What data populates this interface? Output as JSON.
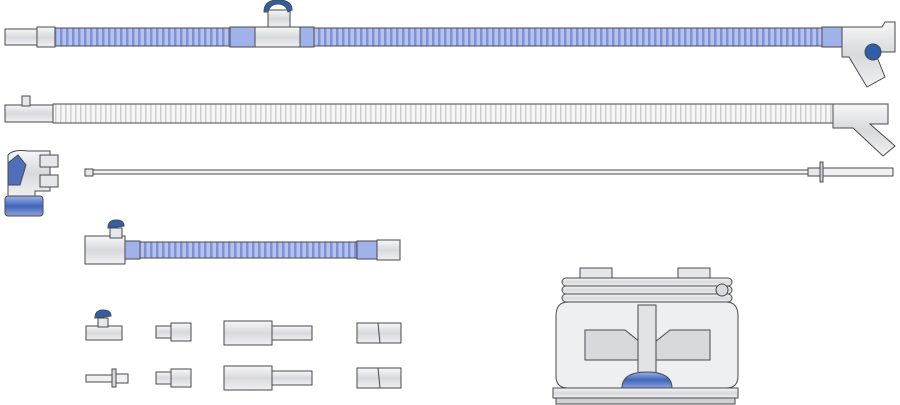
{
  "colors": {
    "background": "#ffffff",
    "tube_blue": "#a9b8e8",
    "tube_blue_rib": "#7f92d6",
    "accent_blue": "#2f5fa8",
    "tube_white": "#f2f2f2",
    "connector_grey": "#e6e7ea",
    "outline": "#4a4a4a"
  },
  "parts": [
    {
      "name": "blue-corrugated-circuit-with-t-piece-and-elbow",
      "color": "blue"
    },
    {
      "name": "white-corrugated-circuit-with-elbow",
      "color": "white"
    },
    {
      "name": "blue-elbow-connector",
      "color": "blue"
    },
    {
      "name": "monitoring-line",
      "color": "clear"
    },
    {
      "name": "short-blue-corrugated-tube-with-port",
      "color": "blue"
    },
    {
      "name": "small-adapters",
      "count": 8
    },
    {
      "name": "humidifier-chamber",
      "color": "clear"
    }
  ]
}
